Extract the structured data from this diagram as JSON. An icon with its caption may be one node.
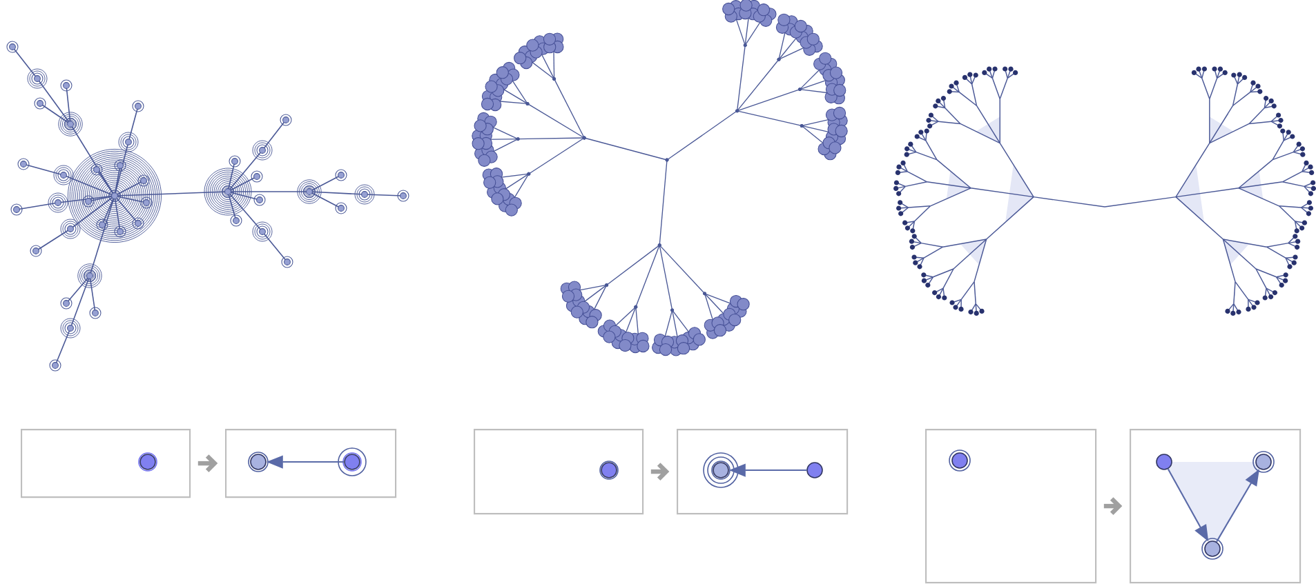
{
  "diagram": {
    "nodes": [
      {
        "text": [],
        "shape": "box"
      },
      {
        "text": [],
        "shape": "circle",
        "in": 0
      },
      {
        "text": [],
        "shape": "box"
      },
      {
        "text": [],
        "shape": "circle",
        "in": 2
      },
      {
        "text": [],
        "shape": "circle",
        "in": 2
      },
      {
        "text": [],
        "shape": "box"
      },
      {
        "text": [],
        "shape": "circle",
        "in": 5
      },
      {
        "text": [],
        "shape": "box"
      },
      {
        "text": [],
        "shape": "circle",
        "in": 7
      },
      {
        "text": [],
        "shape": "circle",
        "in": 7
      },
      {
        "text": [],
        "shape": "box"
      },
      {
        "text": [],
        "shape": "circle",
        "in": 10
      },
      {
        "text": [],
        "shape": "box"
      },
      {
        "text": [],
        "shape": "circle",
        "in": 12
      },
      {
        "text": [],
        "shape": "circle",
        "in": 12
      },
      {
        "text": [],
        "shape": "circle",
        "in": 12
      }
    ],
    "edges": [
      {
        "from": 0,
        "to": 2,
        "arrow": "to",
        "style": "thick",
        "color": "#a0a0a0"
      },
      {
        "from": 4,
        "to": 3,
        "arrow": "to"
      },
      {
        "from": 5,
        "to": 7,
        "arrow": "to",
        "style": "thick",
        "color": "#a0a0a0"
      },
      {
        "from": 9,
        "to": 8,
        "arrow": "to"
      },
      {
        "from": 10,
        "to": 12,
        "arrow": "to",
        "style": "thick",
        "color": "#a0a0a0"
      },
      {
        "from": 13,
        "to": 15,
        "arrow": "to"
      },
      {
        "from": 15,
        "to": 14,
        "arrow": "to"
      }
    ]
  }
}
